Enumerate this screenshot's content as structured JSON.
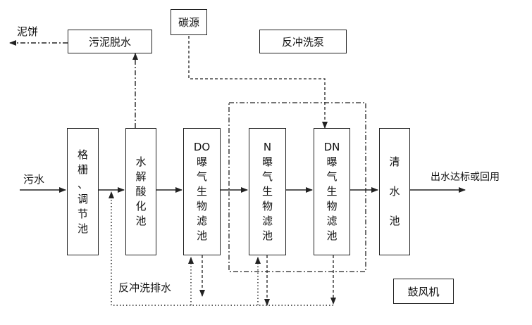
{
  "boxes": {
    "sludge_dewatering": "污泥脱水",
    "carbon_source": "碳源",
    "backwash_pump": "反冲洗泵",
    "screen_regulating_tank": [
      "格",
      "栅",
      "、",
      "调",
      "节",
      "池"
    ],
    "hydrolysis_acidification_tank": [
      "水",
      "解",
      "酸",
      "化",
      "池"
    ],
    "do_biofilter": [
      "DO",
      "曝",
      "气",
      "生",
      "物",
      "滤",
      "池"
    ],
    "n_biofilter": [
      "N",
      "曝",
      "气",
      "生",
      "物",
      "滤",
      "池"
    ],
    "dn_biofilter": [
      "DN",
      "曝",
      "气",
      "生",
      "物",
      "滤",
      "池"
    ],
    "clear_water_tank": [
      "清",
      "",
      "水",
      "",
      "池"
    ],
    "blower": "鼓风机"
  },
  "labels": {
    "sludge_cake": "泥饼",
    "sewage": "污水",
    "effluent": "出水达标或回用",
    "backwash_drain": "反冲洗排水"
  },
  "colors": {
    "line": "#222222",
    "background": "#ffffff"
  }
}
